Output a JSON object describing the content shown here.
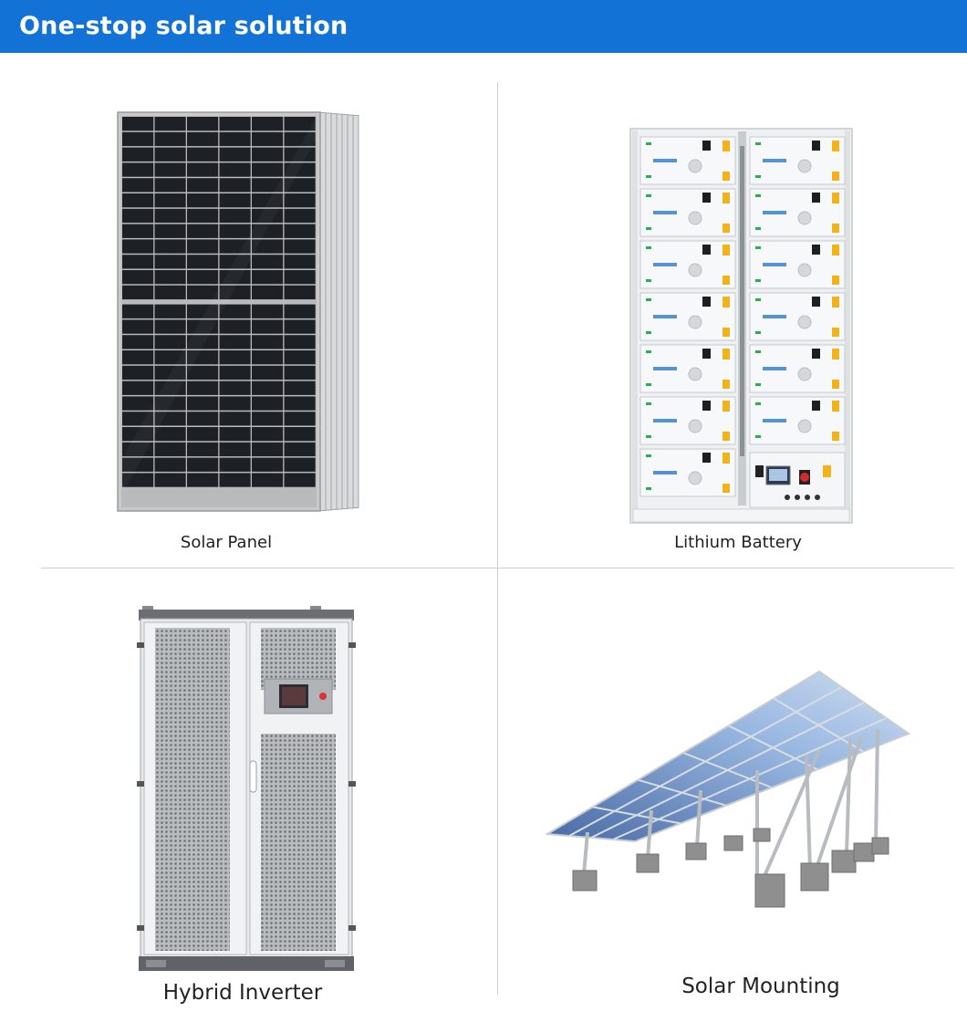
{
  "header": {
    "title": "One-stop solar solution"
  },
  "products": [
    {
      "label": "Solar Panel"
    },
    {
      "label": "Lithium Battery"
    },
    {
      "label": "Hybrid Inverter"
    },
    {
      "label": "Solar Mounting"
    }
  ],
  "colors": {
    "header_bg": "#1372d6",
    "header_text": "#ffffff",
    "divider": "#cfcfcf",
    "caption_text": "#222222"
  }
}
